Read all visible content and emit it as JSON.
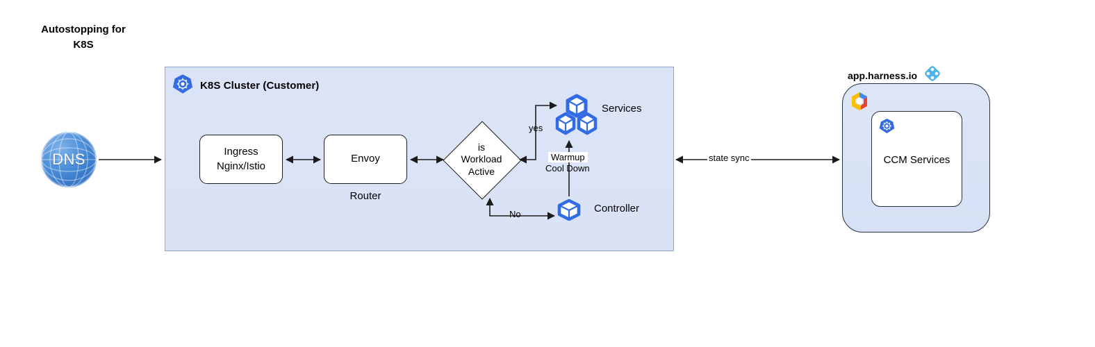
{
  "title": {
    "line1": "Autostopping for",
    "line2": "K8S"
  },
  "cluster": {
    "title": "K8S Cluster (Customer)",
    "icon": "kubernetes-icon"
  },
  "nodes": {
    "dns": {
      "label": "DNS",
      "icon": "globe-icon"
    },
    "ingress": {
      "label": "Ingress\nNginx/Istio",
      "line1": "Ingress",
      "line2": "Nginx/Istio"
    },
    "envoy": {
      "label": "Envoy",
      "sublabel": "Router"
    },
    "decision": {
      "line1": "is",
      "line2": "Workload",
      "line3": "Active"
    },
    "services": {
      "label": "Services",
      "icon": "k8s-cubes-icon"
    },
    "controller": {
      "label": "Controller",
      "icon": "k8s-cube-icon"
    }
  },
  "edges": {
    "yes": "yes",
    "no": "No",
    "warmup": "Warmup",
    "cooldown": "Cool Down",
    "state_sync": "state sync"
  },
  "harness": {
    "title": "app.harness.io",
    "logo_icon": "harness-diamond-icon",
    "cloud_icon": "gcp-hexagon-icon",
    "inner_icon": "kubernetes-icon",
    "ccm_label": "CCM Services"
  },
  "colors": {
    "cluster_fill": "#dae3f5",
    "cluster_border": "#8ea4cd",
    "k8s_blue": "#326ce5",
    "harness_blue": "#4db5e8",
    "dns_blue": "#3d82d1",
    "line": "#1b1b1b",
    "panel_fill": "#d8e2f6"
  }
}
